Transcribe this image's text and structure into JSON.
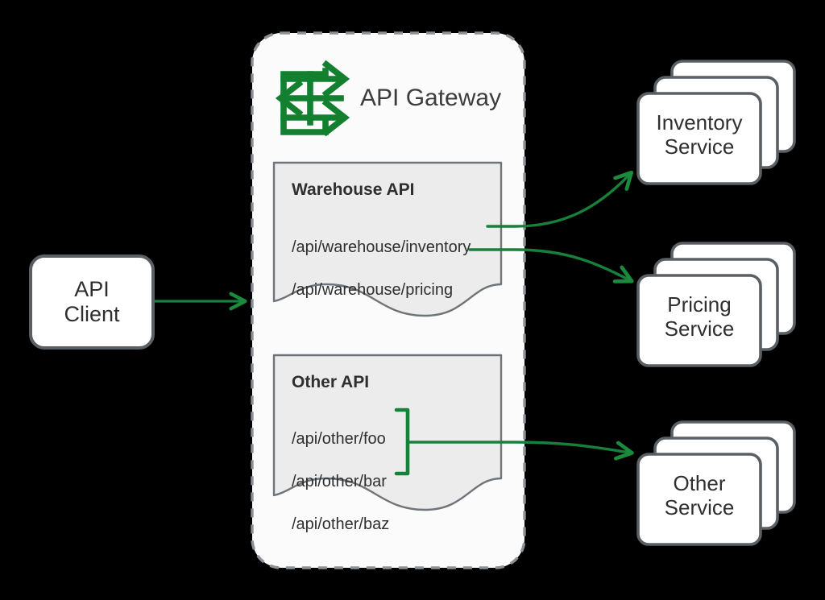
{
  "diagram": {
    "title": "API Gateway routing to backend services",
    "background_color": "#000000",
    "accent_color": "#1a8a3c",
    "outline_color": "#5a5f63",
    "panel_fill": "#ececec",
    "gateway_fill": "#fbfbfb",
    "card_fill": "#ffffff"
  },
  "client": {
    "label": "API\nClient",
    "shape": "rounded-rect"
  },
  "gateway": {
    "title": "API Gateway",
    "icon": "api-gateway-icon",
    "border_style": "dashed",
    "apis": [
      {
        "id": "warehouse",
        "title": "Warehouse API",
        "routes": [
          "/api/warehouse/inventory",
          "/api/warehouse/pricing"
        ],
        "grouped": false
      },
      {
        "id": "other",
        "title": "Other API",
        "routes": [
          "/api/other/foo",
          "/api/other/bar",
          "/api/other/baz"
        ],
        "grouped": true
      }
    ]
  },
  "services": [
    {
      "id": "inventory",
      "label": "Inventory\nService",
      "stacked": true
    },
    {
      "id": "pricing",
      "label": "Pricing\nService",
      "stacked": true
    },
    {
      "id": "other",
      "label": "Other\nService",
      "stacked": true
    }
  ],
  "connections": [
    {
      "from": "client",
      "to": "gateway",
      "style": "straight-arrow"
    },
    {
      "from": "/api/warehouse/inventory",
      "to": "inventory-service",
      "style": "curved-arrow"
    },
    {
      "from": "/api/warehouse/pricing",
      "to": "pricing-service",
      "style": "curved-arrow"
    },
    {
      "from": "other-api-route-group",
      "to": "other-service",
      "style": "curved-arrow"
    }
  ]
}
